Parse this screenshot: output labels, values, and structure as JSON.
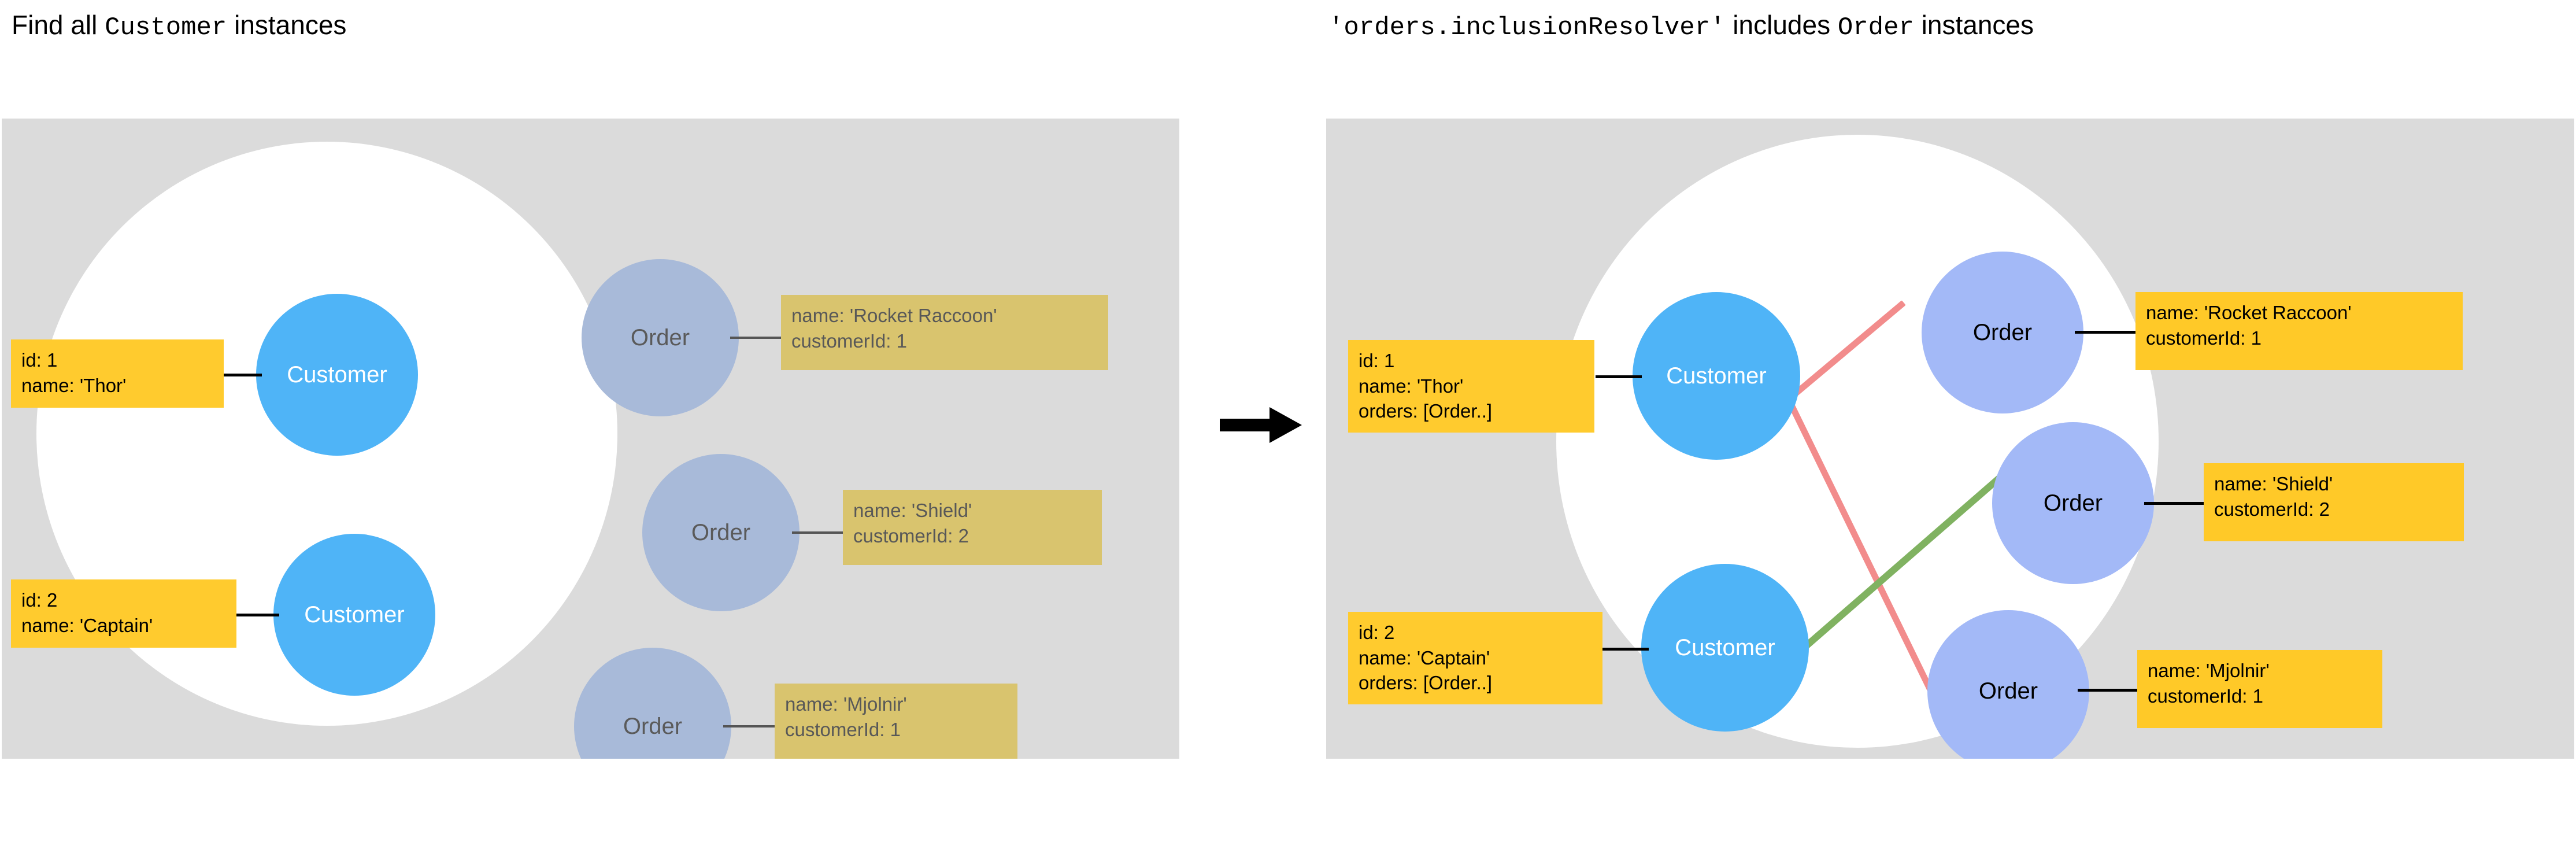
{
  "left_panel": {
    "title": {
      "prefix": "Find all ",
      "code": "Customer",
      "suffix": " instances"
    },
    "customers": [
      {
        "node_label": "Customer",
        "card": {
          "id_line": "id: 1",
          "name_line": "name: 'Thor'"
        }
      },
      {
        "node_label": "Customer",
        "card": {
          "id_line": "id: 2",
          "name_line": "name: 'Captain'"
        }
      }
    ],
    "orders": [
      {
        "node_label": "Order",
        "card": {
          "name_line": "name:  'Rocket Raccoon'",
          "customer_id_line": "customerId: 1"
        }
      },
      {
        "node_label": "Order",
        "card": {
          "name_line": "name:  'Shield'",
          "customer_id_line": "customerId: 2"
        }
      },
      {
        "node_label": "Order",
        "card": {
          "name_line": "name:  'Mjolnir'",
          "customer_id_line": "customerId: 1"
        }
      }
    ]
  },
  "transition": {
    "arrow_label": "arrow-right"
  },
  "right_panel": {
    "title": {
      "code_prefix": "'orders.inclusionResolver'",
      "middle": " includes ",
      "code_suffix": "Order",
      "suffix": " instances"
    },
    "customers": [
      {
        "node_label": "Customer",
        "card": {
          "id_line": "id: 1",
          "name_line": "name: 'Thor'",
          "orders_line": "orders: [Order..]"
        }
      },
      {
        "node_label": "Customer",
        "card": {
          "id_line": "id: 2",
          "name_line": " name: 'Captain'",
          "orders_line": "orders: [Order..]"
        }
      }
    ],
    "orders": [
      {
        "node_label": "Order",
        "card": {
          "name_line": "name:  'Rocket Raccoon'",
          "customer_id_line": "customerId: 1"
        }
      },
      {
        "node_label": "Order",
        "card": {
          "name_line": "name:  'Shield'",
          "customer_id_line": "customerId: 2"
        }
      },
      {
        "node_label": "Order",
        "card": {
          "name_line": "name:  'Mjolnir'",
          "customer_id_line": "customerId: 1"
        }
      }
    ],
    "relations": [
      {
        "from": "Customer id 1",
        "to": "Order Rocket Raccoon",
        "color": "#f28c8c"
      },
      {
        "from": "Customer id 1",
        "to": "Order Mjolnir",
        "color": "#f28c8c"
      },
      {
        "from": "Customer id 2",
        "to": "Order Shield",
        "color": "#80b261"
      }
    ]
  },
  "colors": {
    "panel_background": "#dbdbdb",
    "blob": "#ffffff",
    "customer_node": "#4fb4f7",
    "order_node_dim": "#a8bad9",
    "order_node_active": "#a3b9f7",
    "card_gold": "#ffcb2e",
    "card_tan_dim": "#d9c46e",
    "relation_pink": "#f28c8c",
    "relation_green": "#80b261",
    "page_background": "#ffffff"
  }
}
